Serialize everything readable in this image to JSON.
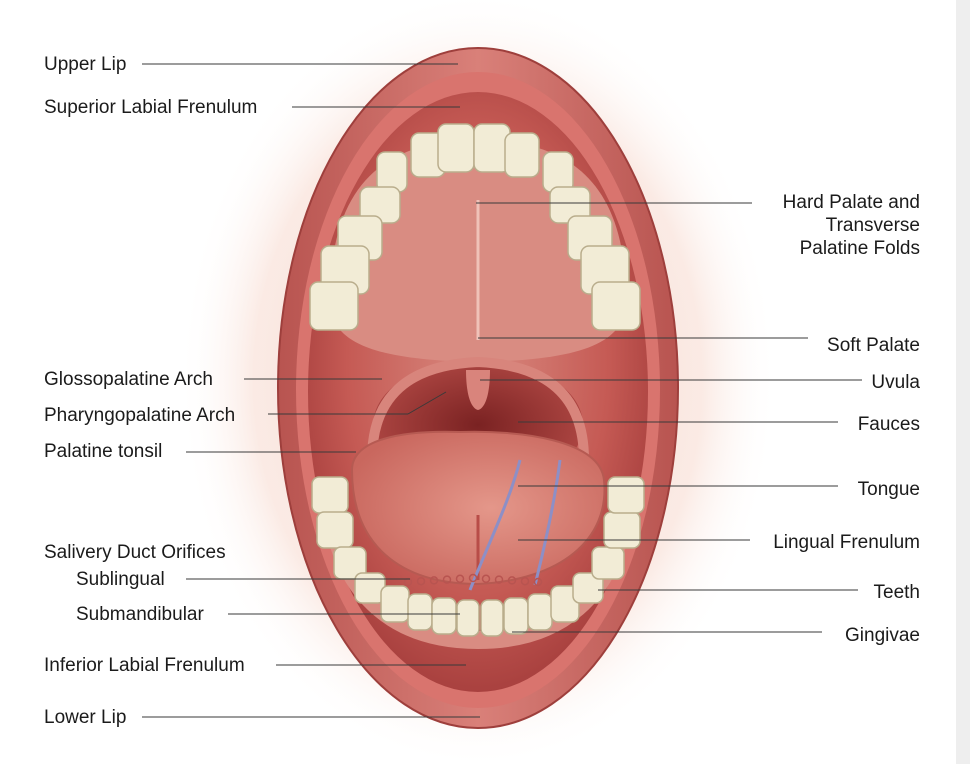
{
  "colors": {
    "background": "#ffffff",
    "lip": "#cd6f6a",
    "lip_dark": "#9e3f3c",
    "oral_cavity": "#c2524e",
    "palate": "#d98c82",
    "throat": "#8e2e2d",
    "tongue": "#d57d72",
    "tooth": "#f2ecd6",
    "leader_line": "#3a3a3a",
    "label_text": "#1b1b1b"
  },
  "labels": {
    "upper_lip": "Upper Lip",
    "superior_labial_frenulum": "Superior Labial Frenulum",
    "hard_palate": "Hard Palate and\nTransverse\nPalatine Folds",
    "soft_palate": "Soft Palate",
    "glossopalatine_arch": "Glossopalatine Arch",
    "uvula": "Uvula",
    "pharyngopalatine_arch": "Pharyngopalatine Arch",
    "fauces": "Fauces",
    "palatine_tonsil": "Palatine tonsil",
    "tongue": "Tongue",
    "salivary_duct_orifices": "Salivery Duct Orifices",
    "lingual_frenulum": "Lingual Frenulum",
    "sublingual": "Sublingual",
    "teeth": "Teeth",
    "submandibular": "Submandibular",
    "gingivae": "Gingivae",
    "inferior_labial_frenulum": "Inferior Labial Frenulum",
    "lower_lip": "Lower Lip"
  }
}
